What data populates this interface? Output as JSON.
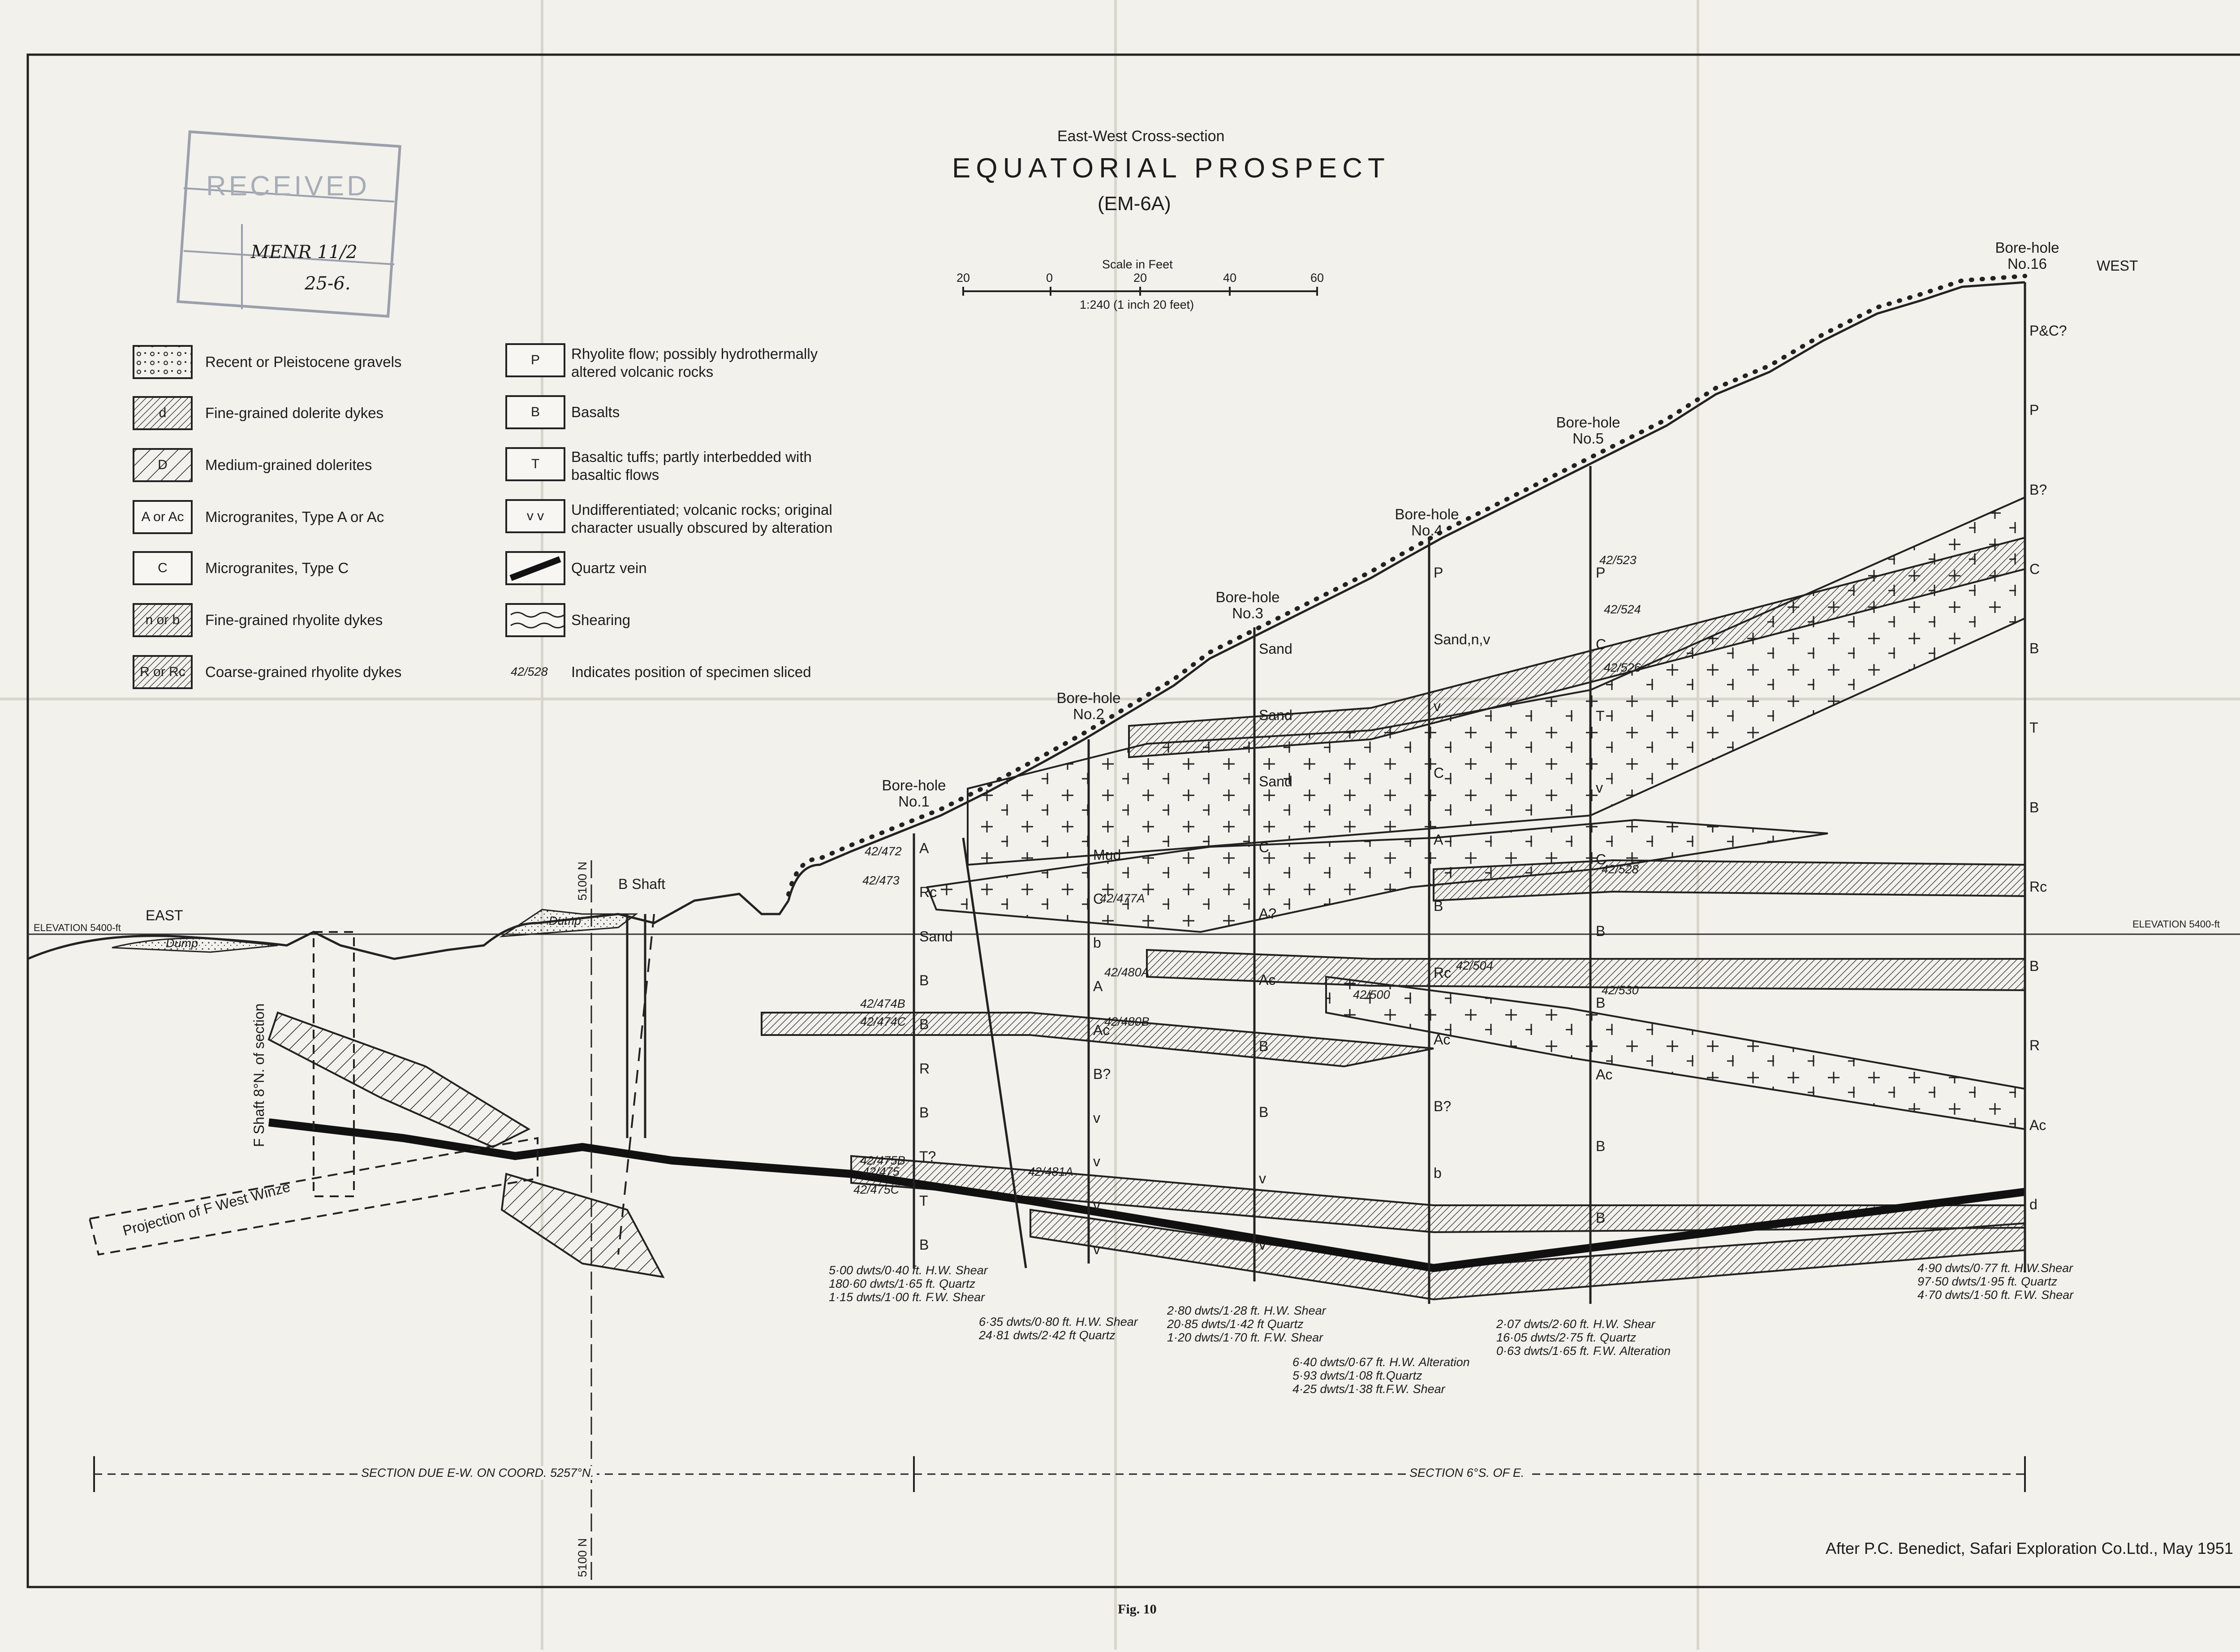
{
  "title": {
    "line1": "East-West Cross-section",
    "line2": "EQUATORIAL PROSPECT",
    "line3": "(EM-6A)"
  },
  "scale": {
    "caption": "Scale in Feet",
    "ticks": [
      "20",
      "0",
      "20",
      "40",
      "60"
    ],
    "ratio": "1:240 (1 inch 20 feet)"
  },
  "stamp": {
    "line1": "RECEIVED",
    "handwriting1": "MENR 11/2",
    "handwriting2": "25-6."
  },
  "legend_left": [
    {
      "symbol": "",
      "label": "Recent or Pleistocene gravels",
      "pattern": "gravel"
    },
    {
      "symbol": "d",
      "label": "Fine-grained dolerite dykes",
      "pattern": "hatch-dense"
    },
    {
      "symbol": "D",
      "label": "Medium-grained dolerites",
      "pattern": "hatch"
    },
    {
      "symbol": "A or Ac",
      "label": "Microgranites, Type A or Ac",
      "pattern": "crosses"
    },
    {
      "symbol": "C",
      "label": "Microgranites, Type C",
      "pattern": "crosses"
    },
    {
      "symbol": "n or b",
      "label": "Fine-grained rhyolite dykes",
      "pattern": "hatch-dense"
    },
    {
      "symbol": "R or Rc",
      "label": "Coarse-grained rhyolite dykes",
      "pattern": "hatch-dense"
    }
  ],
  "legend_right": [
    {
      "symbol": "P",
      "label": "Rhyolite flow; possibly hydrothermally altered volcanic rocks",
      "pattern": "plain"
    },
    {
      "symbol": "B",
      "label": "Basalts",
      "pattern": "plain"
    },
    {
      "symbol": "T",
      "label": "Basaltic tuffs; partly interbedded with basaltic flows",
      "pattern": "plain"
    },
    {
      "symbol": "v v",
      "label": "Undifferentiated; volcanic rocks; original character usually obscured by alteration",
      "pattern": "plain"
    },
    {
      "symbol": "",
      "label": "Quartz vein",
      "pattern": "vein"
    },
    {
      "symbol": "",
      "label": "Shearing",
      "pattern": "shear"
    },
    {
      "symbol": "42/528",
      "label": "Indicates position of specimen sliced",
      "pattern": "none"
    }
  ],
  "boreholes": [
    {
      "label": "Bore-hole No.1"
    },
    {
      "label": "Bore-hole No.2"
    },
    {
      "label": "Bore-hole No.3"
    },
    {
      "label": "Bore-hole No.4"
    },
    {
      "label": "Bore-hole No.5"
    },
    {
      "label": "Bore-hole No.16"
    }
  ],
  "labels": {
    "east": "EAST",
    "west": "WEST",
    "elevation_left": "ELEVATION 5400-ft",
    "elevation_right": "ELEVATION 5400-ft",
    "b_shaft": "B Shaft",
    "dump1": "Dump",
    "dump2": "Dump",
    "f_shaft": "F Shaft 8°N. of section",
    "projection": "Projection of F West Winze",
    "coord_top": "5100 N",
    "coord_bottom": "5100 N",
    "section_left": "SECTION DUE E-W. ON COORD. 5257°N.",
    "section_right": "SECTION 6°S. OF E.",
    "credit": "After P.C. Benedict, Safari Exploration Co.Ltd., May 1951",
    "fig": "Fig. 10"
  },
  "specimens": [
    "42/472",
    "42/473",
    "42/474B",
    "42/474C",
    "42/475",
    "42/475B",
    "42/475C",
    "42/477A",
    "42/480A",
    "42/480B",
    "42/481A",
    "42/500",
    "42/504",
    "42/523",
    "42/524",
    "42/526",
    "42/528",
    "42/530"
  ],
  "assays": [
    {
      "hole": "No.1",
      "lines": [
        "5·00 dwts/0·40 ft. H.W. Shear",
        "180·60 dwts/1·65 ft. Quartz",
        "1·15 dwts/1·00 ft. F.W. Shear"
      ]
    },
    {
      "hole": "No.2",
      "lines": [
        "6·35 dwts/0·80 ft. H.W. Shear",
        "24·81 dwts/2·42 ft Quartz"
      ]
    },
    {
      "hole": "No.3",
      "lines": [
        "2·80 dwts/1·28 ft. H.W. Shear",
        "20·85 dwts/1·42 ft Quartz",
        "1·20 dwts/1·70 ft. F.W. Shear"
      ]
    },
    {
      "hole": "No.4",
      "lines": [
        "6·40 dwts/0·67 ft. H.W. Alteration",
        "5·93 dwts/1·08 ft.Quartz",
        "4·25 dwts/1·38 ft.F.W. Shear"
      ]
    },
    {
      "hole": "No.5",
      "lines": [
        "2·07 dwts/2·60 ft. H.W. Shear",
        "16·05 dwts/2·75 ft. Quartz",
        "0·63 dwts/1·65 ft. F.W. Alteration"
      ]
    },
    {
      "hole": "No.16",
      "lines": [
        "4·90 dwts/0·77 ft. H.W.Shear",
        "97·50 dwts/1·95 ft. Quartz",
        "4·70 dwts/1·50 ft. F.W. Shear"
      ]
    }
  ],
  "column_labels": {
    "bh1": [
      "A",
      "Rc",
      "Sand",
      "B",
      "B",
      "R",
      "B",
      "T?",
      "T",
      "B"
    ],
    "bh2": [
      "Mud",
      "C",
      "b",
      "A",
      "Ac",
      "B?",
      "v",
      "v",
      "v",
      "v"
    ],
    "bh3": [
      "Sand",
      "Sand",
      "Sand",
      "C",
      "A?",
      "Ac",
      "B",
      "B",
      "v",
      "v"
    ],
    "bh4": [
      "P",
      "Sand,n,v",
      "v",
      "C",
      "A",
      "B",
      "Rc",
      "Ac",
      "B?",
      "b"
    ],
    "bh5": [
      "P",
      "C",
      "T",
      "v",
      "C",
      "B",
      "B",
      "Ac",
      "B",
      "B"
    ],
    "bh16": [
      "P&C?",
      "P",
      "B?",
      "C",
      "B",
      "T",
      "B",
      "Rc",
      "B",
      "R",
      "Ac",
      "d"
    ]
  }
}
